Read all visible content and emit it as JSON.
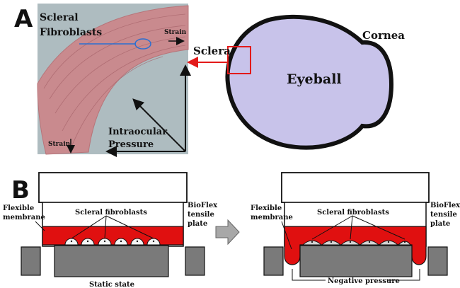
{
  "panel_a": {
    "letter": "A",
    "scleral_fibroblasts_line1": "Scleral",
    "scleral_fibroblasts_line2": "Fibroblasts",
    "strain_top": "Strain",
    "strain_bottom": "Strain",
    "iop_line1": "Intraocular",
    "iop_line2": "Pressure",
    "sclera": "Sclera",
    "cornea": "Cornea",
    "eyeball": "Eyeball"
  },
  "panel_b": {
    "letter": "B",
    "left": {
      "flexible_line1": "Flexible",
      "flexible_line2": "membrane",
      "scleral_fibroblasts": "Scleral fibroblasts",
      "bioflex_line1": "BioFlex",
      "bioflex_line2": "tensile",
      "bioflex_line3": "plate",
      "caption": "Static state"
    },
    "right": {
      "flexible_line1": "Flexible",
      "flexible_line2": "membrane",
      "scleral_fibroblasts": "Scleral fibroblasts",
      "bioflex_line1": "BioFlex",
      "bioflex_line2": "tensile",
      "bioflex_line3": "plate",
      "caption": "Negative pressure"
    }
  },
  "colors": {
    "membrane_red": "#e01010",
    "eyeball_fill": "#c8c3ea",
    "tissue_pink": "#c98a8e",
    "micrograph_bg": "#aebcc0",
    "plate_gray": "#7a7a7a",
    "arrow_red": "#e31a1a",
    "blue_marker": "#2b6fd1"
  }
}
